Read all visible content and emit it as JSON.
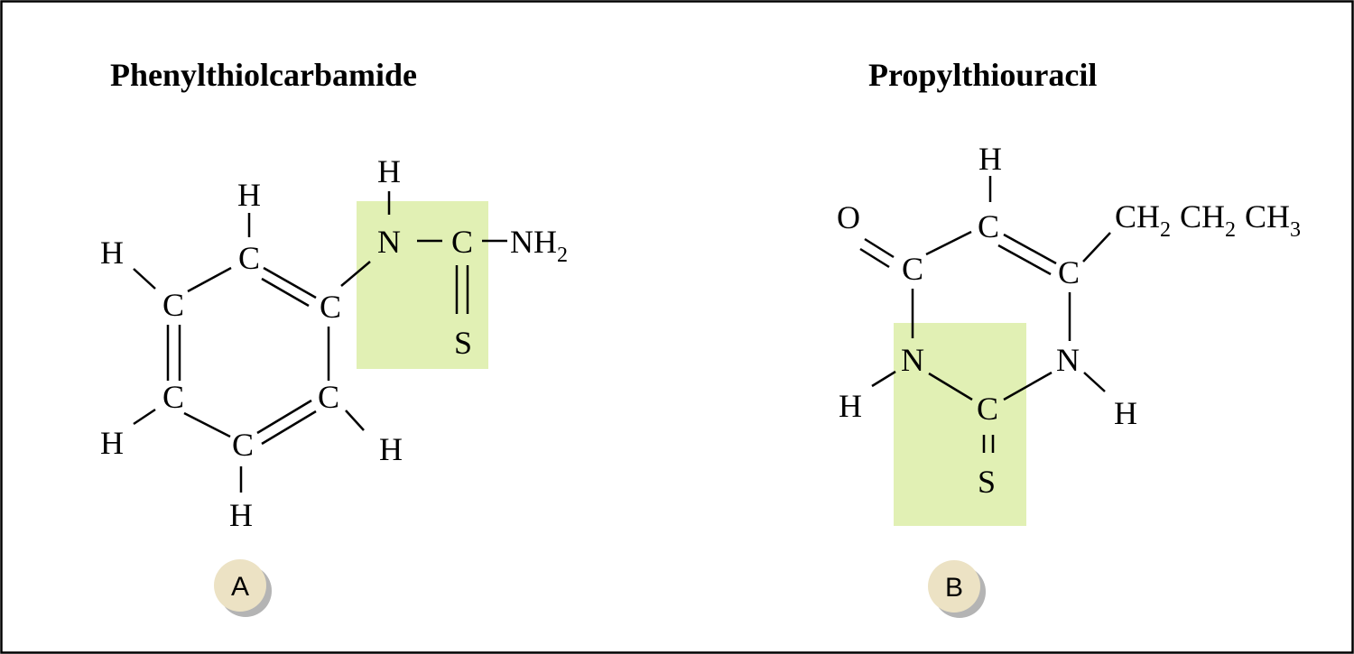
{
  "colors": {
    "highlight": "#e1f0b4",
    "badge": "#ece2c4",
    "badge_shadow": "#b4b4b4",
    "frame": "#000000"
  },
  "molecule_a": {
    "title": "Phenylthiolcarbamide",
    "badge": "A",
    "carbon": "C",
    "hydrogen": "H",
    "nitrogen": "N",
    "sulfur": "S",
    "amine": "NH",
    "amine_sub": "2"
  },
  "molecule_b": {
    "title": "Propylthiouracil",
    "badge": "B",
    "carbon": "C",
    "hydrogen": "H",
    "nitrogen": "N",
    "sulfur": "S",
    "oxygen": "O",
    "propyl_ch": "CH",
    "propyl_sub": "2",
    "propyl_ch3": "CH",
    "propyl_sub3": "3"
  }
}
